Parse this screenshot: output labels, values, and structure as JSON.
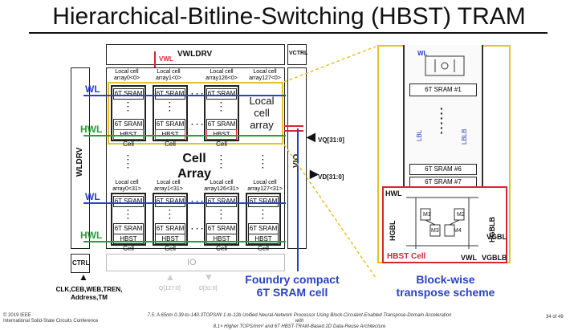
{
  "title": "Hierarchical-Bitline-Switching (HBST) TRAM",
  "blocks": {
    "vwldrv": "VWLDRV",
    "vctrl": "VCTRL",
    "wldrv": "WLDRV",
    "vio": "VIO",
    "ctrl": "CTRL",
    "io": "IO",
    "vwl": "VWL"
  },
  "wires": {
    "wl_top": "WL",
    "hwl_top": "HWL",
    "wl_bottom": "WL",
    "hwl_bottom": "HWL",
    "vq": "VQ[31:0]",
    "vd": "VD[31:0]",
    "q": "Q[127:0]",
    "d": "D[31:0]"
  },
  "cell_arrays": {
    "top": [
      "Local cell array0<0>",
      "Local cell array1<0>",
      "Local cell array126<0>",
      "Local cell array127<0>"
    ],
    "bottom": [
      "Local cell array0<31>",
      "Local cell array1<31>",
      "Local cell array126<31>",
      "Local cell array127<31>"
    ],
    "sram": "6T SRAM",
    "hbst": "HBST Cell",
    "local_cell_array": "Local cell array",
    "cell_array": "Cell Array"
  },
  "ctrl_signals": "CLK,CEB,WEB,TREN,\nAddress,TM",
  "detail": {
    "wl": "WL",
    "sram1": "6T SRAM #1",
    "sram6": "6T SRAM #6",
    "sram7": "6T SRAM #7",
    "lbl": "LBL",
    "lblb": "LBLB",
    "hwl": "HWL",
    "hgbl": "HGBL",
    "hgblb": "HGBLB",
    "vgbl": "VGBL",
    "vgblb": "VGBLB",
    "vwl": "VWL",
    "hbst_cell": "HBST Cell",
    "m1": "M1",
    "m2": "M2",
    "m3": "M3",
    "m4": "M4"
  },
  "captions": {
    "foundry": "Foundry compact\n6T SRAM cell",
    "transpose": "Block-wise\ntranspose scheme"
  },
  "footer": {
    "copyright": "© 2019 IEEE\nInternational Solid-State Circuits Conference",
    "paper": "7.5: A 65nm 0.39-to-140.3TOPS/W 1-to-12b Unified Neural-Network Processor Using Block-Circulant-Enabled Transpose-Domain Acceleration with\n8.1× Higher TOPS/mm² and 6T HBST-TRAM-Based 2D Data-Reuse Architecture",
    "page": "34 of 49"
  }
}
